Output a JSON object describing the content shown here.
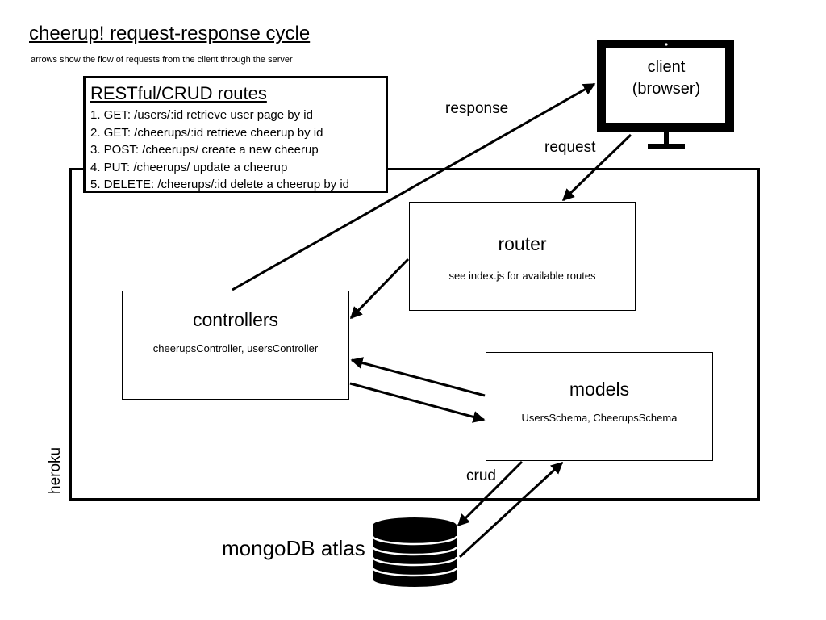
{
  "title": "cheerup! request-response cycle",
  "subtitle": "arrows show the flow of requests from the client through the server",
  "routes": {
    "heading": "RESTful/CRUD routes",
    "items": [
      "1. GET: /users/:id retrieve user page by id",
      "2. GET: /cheerups/:id retrieve cheerup by id",
      "3. POST: /cheerups/ create a new cheerup",
      "4. PUT: /cheerups/ update a cheerup",
      "5. DELETE: /cheerups/:id delete a cheerup by id"
    ]
  },
  "heroku": {
    "label": "heroku"
  },
  "client": {
    "line1": "client",
    "line2": "(browser)",
    "icon": "monitor-icon"
  },
  "router": {
    "title": "router",
    "description": "see index.js for available routes"
  },
  "controllers": {
    "title": "controllers",
    "description": "cheerupsController, usersController"
  },
  "models": {
    "title": "models",
    "description": "UsersSchema, CheerupsSchema"
  },
  "database": {
    "label": "mongoDB atlas",
    "icon": "database-icon"
  },
  "arrows": {
    "response": "response",
    "request": "request",
    "crud": "crud"
  }
}
